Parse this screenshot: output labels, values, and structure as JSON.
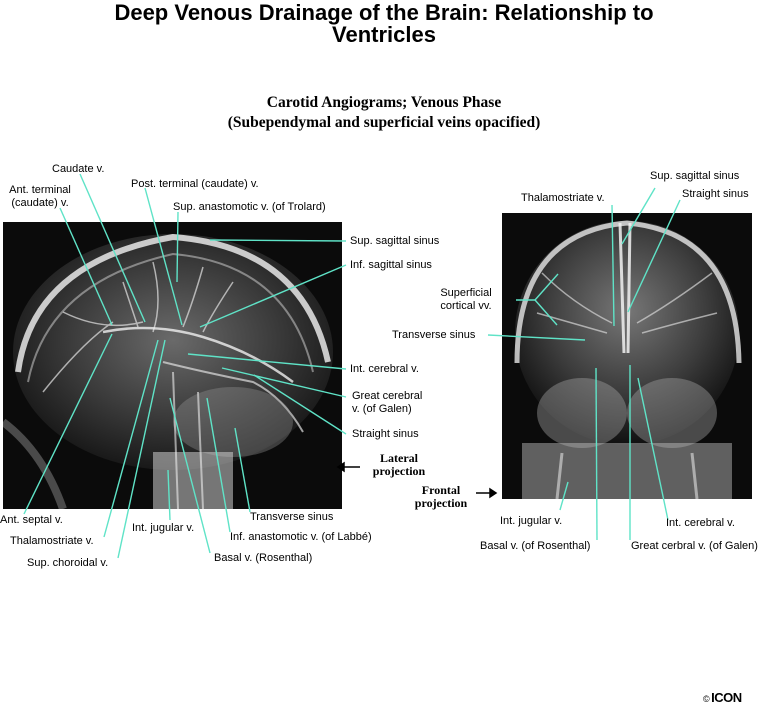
{
  "title": {
    "line1": "Deep Venous Drainage of the Brain: Relationship to",
    "line2": "Ventricles"
  },
  "subtitle": {
    "line1": "Carotid Angiograms; Venous Phase",
    "line2": "(Subependymal and superficial veins opacified)"
  },
  "lateral": {
    "projection_label": [
      "Lateral",
      "projection"
    ],
    "labels": {
      "caudate": "Caudate v.",
      "ant_terminal": [
        "Ant. terminal",
        "(caudate) v."
      ],
      "post_terminal": "Post. terminal (caudate) v.",
      "sup_anastomotic": "Sup. anastomotic v. (of Trolard)",
      "sup_sagittal": "Sup. sagittal sinus",
      "inf_sagittal": "Inf. sagittal sinus",
      "int_cerebral": "Int. cerebral v.",
      "great_cerebral": [
        "Great cerebral",
        "v.  (of Galen)"
      ],
      "straight_sinus": "Straight sinus",
      "transverse_sinus": "Transverse sinus",
      "inf_anastomotic": "Inf. anastomotic v. (of Labbé)",
      "basal": "Basal v. (Rosenthal)",
      "int_jugular": "Int. jugular v.",
      "ant_septal": "Ant. septal v.",
      "thalamostriate": "Thalamostriate v.",
      "sup_choroidal": "Sup. choroidal v."
    }
  },
  "frontal": {
    "projection_label": [
      "Frontal",
      "projection"
    ],
    "labels": {
      "sup_sagittal": "Sup. sagittal sinus",
      "straight_sinus": "Straight sinus",
      "thalamostriate": "Thalamostriate v.",
      "superficial_cortical": [
        "Superficial",
        "cortical vv."
      ],
      "transverse_sinus": "Transverse sinus",
      "int_jugular": "Int. jugular v.",
      "basal": "Basal v. (of Rosenthal)",
      "int_cerebral": "Int. cerebral v.",
      "great_cerebral": "Great cerbral v. (of Galen)"
    }
  },
  "leader_color": "#5fe3c7",
  "copyright": {
    "symbol": "©",
    "logo": "ICON"
  }
}
